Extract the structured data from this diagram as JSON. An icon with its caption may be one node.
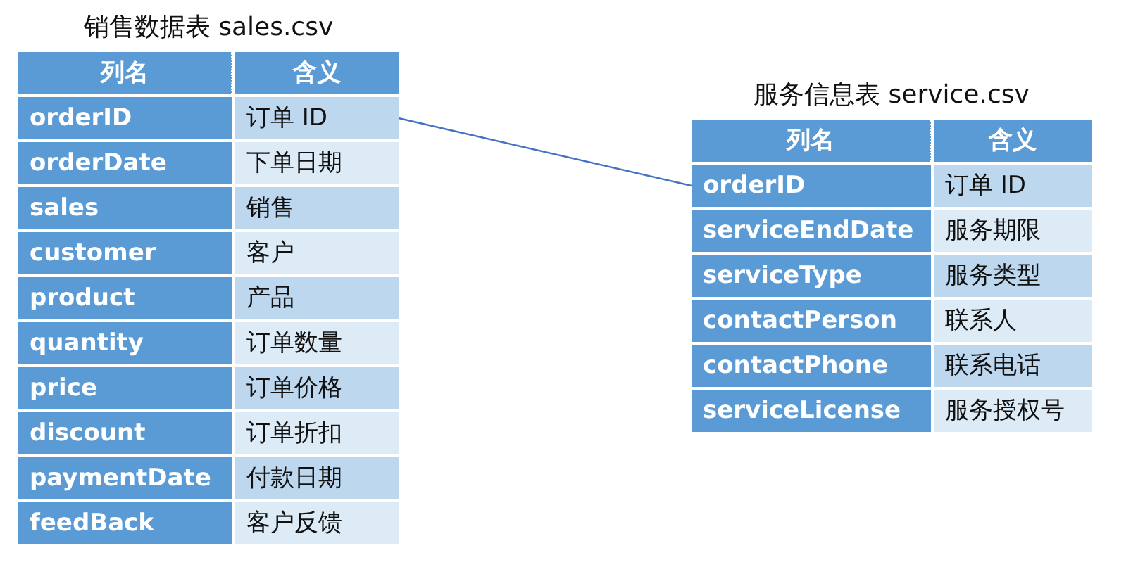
{
  "diagram": {
    "nodes": [
      {
        "text": [
          "销售数据表 sales.csv"
        ]
      },
      {
        "text": [
          "列名"
        ],
        "in": 0
      },
      {
        "text": [
          "含义"
        ],
        "in": 0
      },
      {
        "text": [
          "orderID"
        ],
        "in": 0
      },
      {
        "text": [
          "订单 ID"
        ],
        "in": 0
      },
      {
        "text": [
          "orderDate"
        ],
        "in": 0
      },
      {
        "text": [
          "下单日期"
        ],
        "in": 0
      },
      {
        "text": [
          "sales"
        ],
        "in": 0
      },
      {
        "text": [
          "销售"
        ],
        "in": 0
      },
      {
        "text": [
          "customer"
        ],
        "in": 0
      },
      {
        "text": [
          "客户"
        ],
        "in": 0
      },
      {
        "text": [
          "product"
        ],
        "in": 0
      },
      {
        "text": [
          "产品"
        ],
        "in": 0
      },
      {
        "text": [
          "quantity"
        ],
        "in": 0
      },
      {
        "text": [
          "订单数量"
        ],
        "in": 0
      },
      {
        "text": [
          "price"
        ],
        "in": 0
      },
      {
        "text": [
          "订单价格"
        ],
        "in": 0
      },
      {
        "text": [
          "discount"
        ],
        "in": 0
      },
      {
        "text": [
          "订单折扣"
        ],
        "in": 0
      },
      {
        "text": [
          "paymentDate"
        ],
        "in": 0
      },
      {
        "text": [
          "付款日期"
        ],
        "in": 0
      },
      {
        "text": [
          "feedBack"
        ],
        "in": 0
      },
      {
        "text": [
          "客户反馈"
        ],
        "in": 0
      },
      {
        "text": [
          "服务信息表 service.csv"
        ]
      },
      {
        "text": [
          "列名"
        ],
        "in": 23
      },
      {
        "text": [
          "含义"
        ],
        "in": 23
      },
      {
        "text": [
          "orderID"
        ],
        "in": 23
      },
      {
        "text": [
          "订单 ID"
        ],
        "in": 23
      },
      {
        "text": [
          "serviceEndDate"
        ],
        "in": 23
      },
      {
        "text": [
          "服务期限"
        ],
        "in": 23
      },
      {
        "text": [
          "serviceType"
        ],
        "in": 23
      },
      {
        "text": [
          "服务类型"
        ],
        "in": 23
      },
      {
        "text": [
          "contactPerson"
        ],
        "in": 23
      },
      {
        "text": [
          "联系人"
        ],
        "in": 23
      },
      {
        "text": [
          "contactPhone"
        ],
        "in": 23
      },
      {
        "text": [
          "联系电话"
        ],
        "in": 23
      },
      {
        "text": [
          "serviceLicense"
        ],
        "in": 23
      },
      {
        "text": [
          "服务授权号"
        ],
        "in": 23
      }
    ],
    "edges": [
      {
        "from": 4,
        "to": 26,
        "arrow": "none"
      }
    ]
  }
}
